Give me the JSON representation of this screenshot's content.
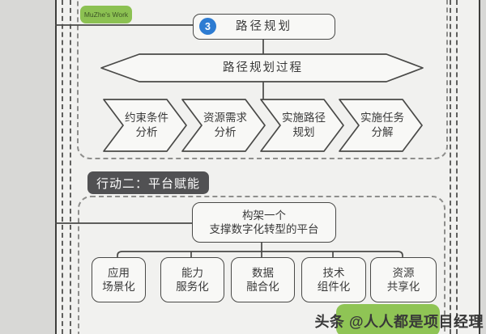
{
  "badge": {
    "label": "MuZhe's Work"
  },
  "watermark": {
    "label": "头条 @人人都是项目经理"
  },
  "section1": {
    "node_number": "3",
    "node_title": "路径规划",
    "process_label": "路径规划过程",
    "steps": [
      {
        "label": "约束条件\n分析"
      },
      {
        "label": "资源需求\n分析"
      },
      {
        "label": "实施路径\n规划"
      },
      {
        "label": "实施任务\n分解"
      }
    ]
  },
  "section2": {
    "header": "行动二：平台赋能",
    "platform_node": "构架一个\n支撑数字化转型的平台",
    "children": [
      {
        "label": "应用\n场景化"
      },
      {
        "label": "能力\n服务化"
      },
      {
        "label": "数据\n融合化"
      },
      {
        "label": "技术\n组件化"
      },
      {
        "label": "资源\n共享化"
      }
    ]
  },
  "colors": {
    "accent_green": "#8cc152",
    "accent_blue": "#2e7cd2",
    "header_dark": "#515153",
    "page_bg": "#f1f1ef",
    "outer_bg": "#d8d8d6",
    "line": "#494947"
  }
}
